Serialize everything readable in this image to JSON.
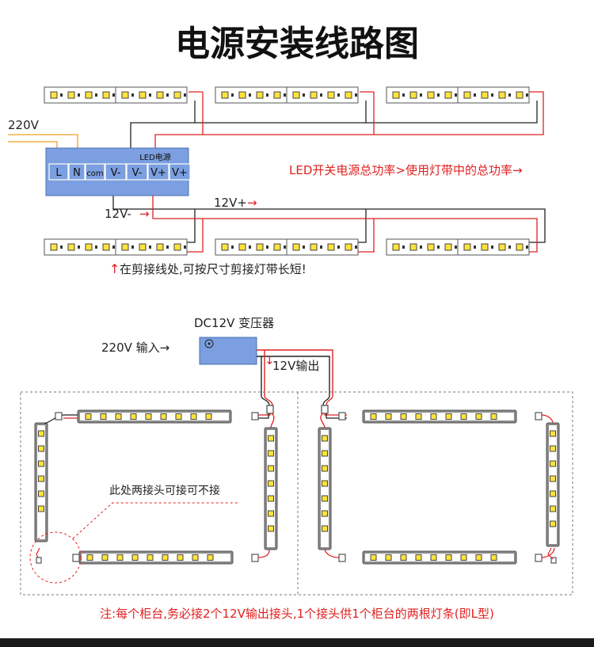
{
  "title": "电源安装线路图",
  "top": {
    "input_voltage": "220V",
    "power_supply_label": "LED电源",
    "terminals": [
      "L",
      "N",
      "com",
      "V-",
      "V-",
      "V+",
      "V+"
    ],
    "wattage_note": "LED开关电源总功率>使用灯带中的总功率→",
    "v_plus_label": "12V+",
    "v_minus_label": "12V-",
    "cut_note": "在剪接线处,可按尺寸剪接灯带长短!",
    "up_arrow": "↑",
    "right_arrow": "→"
  },
  "bottom": {
    "transformer_label": "DC12V 变压器",
    "input_label": "220V 输入→",
    "output_label": "12V输出",
    "optional_note": "此处两接头可接可不接",
    "footer_note": "注:每个柜台,务必接2个12V输出接头,1个接头供1个柜台的两根灯条(即L型)"
  },
  "colors": {
    "red": "#e02020",
    "psu_fill": "#7b9fe0",
    "dark": "#222222"
  }
}
